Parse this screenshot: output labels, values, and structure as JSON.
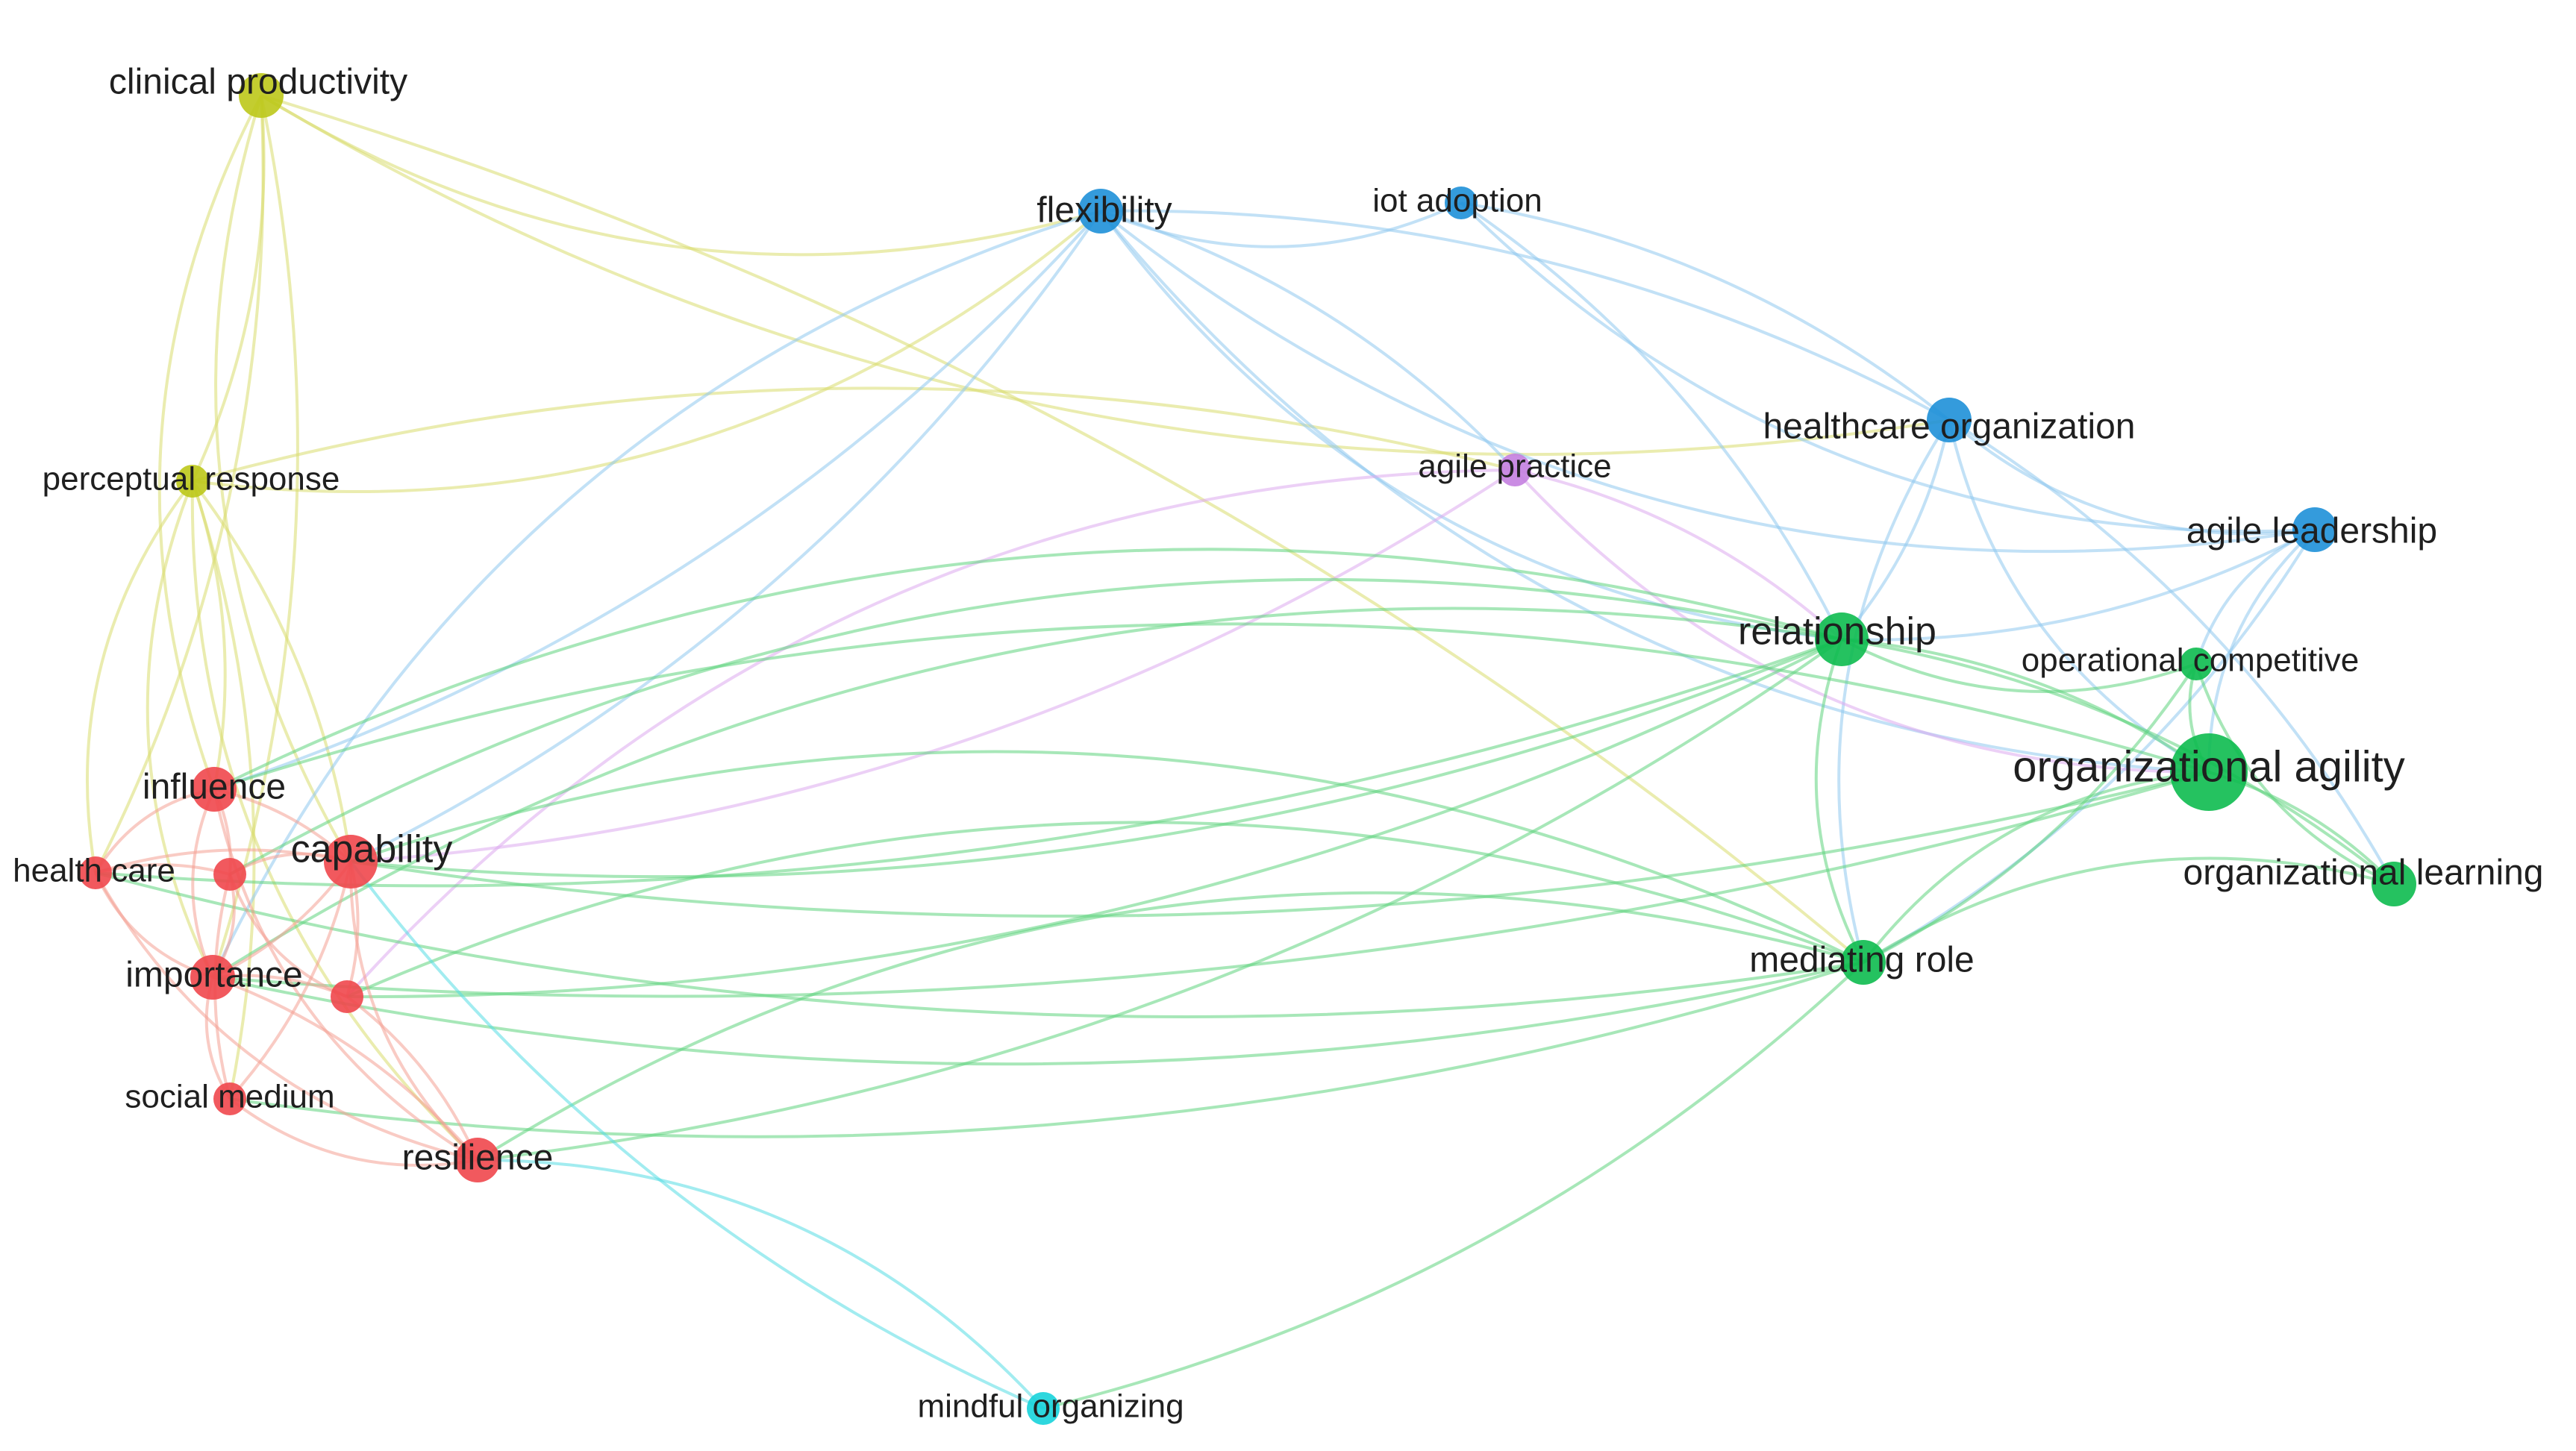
{
  "diagram": {
    "type": "keyword-co-occurrence-network",
    "clusters": [
      {
        "id": "red",
        "color": "#f0474d",
        "edge_color": "#f4a093"
      },
      {
        "id": "green",
        "color": "#0dbb4f",
        "edge_color": "#5fd37d"
      },
      {
        "id": "blue",
        "color": "#1e90d8",
        "edge_color": "#8fc8ee"
      },
      {
        "id": "yellow",
        "color": "#bcc81a",
        "edge_color": "#d8dc6e"
      },
      {
        "id": "purple",
        "color": "#c47fe0",
        "edge_color": "#dcaaee"
      },
      {
        "id": "cyan",
        "color": "#17d3da",
        "edge_color": "#55dde3"
      }
    ],
    "nodes": [
      {
        "id": "clinical_productivity",
        "label": "clinical productivity",
        "cluster": "yellow",
        "weight": 2
      },
      {
        "id": "perceptual_response",
        "label": "perceptual response",
        "cluster": "yellow",
        "weight": 1
      },
      {
        "id": "flexibility",
        "label": "flexibility",
        "cluster": "blue",
        "weight": 2
      },
      {
        "id": "iot_adoption",
        "label": "iot adoption",
        "cluster": "blue",
        "weight": 1
      },
      {
        "id": "healthcare_organization",
        "label": "healthcare organization",
        "cluster": "blue",
        "weight": 2
      },
      {
        "id": "agile_leadership",
        "label": "agile leadership",
        "cluster": "blue",
        "weight": 2
      },
      {
        "id": "agile_practice",
        "label": "agile practice",
        "cluster": "purple",
        "weight": 1
      },
      {
        "id": "relationship",
        "label": "relationship",
        "cluster": "green",
        "weight": 3
      },
      {
        "id": "operational_competitive",
        "label": "operational competitive",
        "cluster": "green",
        "weight": 1
      },
      {
        "id": "organizational_agility",
        "label": "organizational agility",
        "cluster": "green",
        "weight": 4
      },
      {
        "id": "organizational_learning",
        "label": "organizational learning",
        "cluster": "green",
        "weight": 2
      },
      {
        "id": "mediating_role",
        "label": "mediating role",
        "cluster": "green",
        "weight": 2
      },
      {
        "id": "mindful_organizing",
        "label": "mindful organizing",
        "cluster": "cyan",
        "weight": 1
      },
      {
        "id": "influence",
        "label": "influence",
        "cluster": "red",
        "weight": 2
      },
      {
        "id": "health_care",
        "label": "health care",
        "cluster": "red",
        "weight": 1
      },
      {
        "id": "capability",
        "label": "capability",
        "cluster": "red",
        "weight": 3
      },
      {
        "id": "importance",
        "label": "importance",
        "cluster": "red",
        "weight": 2
      },
      {
        "id": "social_medium",
        "label": "social medium",
        "cluster": "red",
        "weight": 1
      },
      {
        "id": "resilience",
        "label": "resilience",
        "cluster": "red",
        "weight": 2
      },
      {
        "id": "red_unlabeled_1",
        "label": "",
        "cluster": "red",
        "weight": 1
      },
      {
        "id": "red_unlabeled_2",
        "label": "",
        "cluster": "red",
        "weight": 1
      }
    ],
    "edges": [
      [
        "clinical_productivity",
        "flexibility"
      ],
      [
        "clinical_productivity",
        "perceptual_response"
      ],
      [
        "clinical_productivity",
        "influence"
      ],
      [
        "clinical_productivity",
        "health_care"
      ],
      [
        "clinical_productivity",
        "capability"
      ],
      [
        "clinical_productivity",
        "importance"
      ],
      [
        "clinical_productivity",
        "healthcare_organization"
      ],
      [
        "clinical_productivity",
        "mediating_role"
      ],
      [
        "perceptual_response",
        "flexibility"
      ],
      [
        "perceptual_response",
        "influence"
      ],
      [
        "perceptual_response",
        "health_care"
      ],
      [
        "perceptual_response",
        "capability"
      ],
      [
        "perceptual_response",
        "importance"
      ],
      [
        "perceptual_response",
        "social_medium"
      ],
      [
        "perceptual_response",
        "resilience"
      ],
      [
        "perceptual_response",
        "agile_practice"
      ],
      [
        "flexibility",
        "iot_adoption"
      ],
      [
        "flexibility",
        "healthcare_organization"
      ],
      [
        "flexibility",
        "agile_leadership"
      ],
      [
        "flexibility",
        "agile_practice"
      ],
      [
        "flexibility",
        "relationship"
      ],
      [
        "flexibility",
        "capability"
      ],
      [
        "flexibility",
        "importance"
      ],
      [
        "flexibility",
        "influence"
      ],
      [
        "flexibility",
        "organizational_agility"
      ],
      [
        "iot_adoption",
        "healthcare_organization"
      ],
      [
        "iot_adoption",
        "agile_leadership"
      ],
      [
        "iot_adoption",
        "relationship"
      ],
      [
        "healthcare_organization",
        "agile_leadership"
      ],
      [
        "healthcare_organization",
        "relationship"
      ],
      [
        "healthcare_organization",
        "organizational_agility"
      ],
      [
        "healthcare_organization",
        "organizational_learning"
      ],
      [
        "healthcare_organization",
        "mediating_role"
      ],
      [
        "agile_leadership",
        "relationship"
      ],
      [
        "agile_leadership",
        "organizational_agility"
      ],
      [
        "agile_leadership",
        "mediating_role"
      ],
      [
        "agile_leadership",
        "operational_competitive"
      ],
      [
        "agile_practice",
        "relationship"
      ],
      [
        "agile_practice",
        "organizational_agility"
      ],
      [
        "agile_practice",
        "capability"
      ],
      [
        "agile_practice",
        "red_unlabeled_2"
      ],
      [
        "relationship",
        "organizational_agility"
      ],
      [
        "relationship",
        "operational_competitive"
      ],
      [
        "relationship",
        "organizational_learning"
      ],
      [
        "relationship",
        "mediating_role"
      ],
      [
        "relationship",
        "capability"
      ],
      [
        "relationship",
        "influence"
      ],
      [
        "relationship",
        "health_care"
      ],
      [
        "relationship",
        "importance"
      ],
      [
        "relationship",
        "resilience"
      ],
      [
        "relationship",
        "red_unlabeled_1"
      ],
      [
        "relationship",
        "red_unlabeled_2"
      ],
      [
        "operational_competitive",
        "organizational_agility"
      ],
      [
        "operational_competitive",
        "mediating_role"
      ],
      [
        "operational_competitive",
        "organizational_learning"
      ],
      [
        "organizational_agility",
        "organizational_learning"
      ],
      [
        "organizational_agility",
        "mediating_role"
      ],
      [
        "organizational_agility",
        "capability"
      ],
      [
        "organizational_agility",
        "influence"
      ],
      [
        "organizational_agility",
        "importance"
      ],
      [
        "organizational_learning",
        "mediating_role"
      ],
      [
        "mediating_role",
        "mindful_organizing"
      ],
      [
        "mediating_role",
        "capability"
      ],
      [
        "mediating_role",
        "importance"
      ],
      [
        "mediating_role",
        "resilience"
      ],
      [
        "mediating_role",
        "social_medium"
      ],
      [
        "mediating_role",
        "red_unlabeled_2"
      ],
      [
        "mediating_role",
        "health_care"
      ],
      [
        "mindful_organizing",
        "resilience"
      ],
      [
        "mindful_organizing",
        "capability"
      ],
      [
        "influence",
        "health_care"
      ],
      [
        "influence",
        "capability"
      ],
      [
        "influence",
        "importance"
      ],
      [
        "influence",
        "red_unlabeled_1"
      ],
      [
        "influence",
        "resilience"
      ],
      [
        "health_care",
        "capability"
      ],
      [
        "health_care",
        "importance"
      ],
      [
        "health_care",
        "red_unlabeled_1"
      ],
      [
        "health_care",
        "resilience"
      ],
      [
        "capability",
        "importance"
      ],
      [
        "capability",
        "red_unlabeled_1"
      ],
      [
        "capability",
        "red_unlabeled_2"
      ],
      [
        "capability",
        "resilience"
      ],
      [
        "capability",
        "social_medium"
      ],
      [
        "importance",
        "social_medium"
      ],
      [
        "importance",
        "resilience"
      ],
      [
        "importance",
        "red_unlabeled_1"
      ],
      [
        "importance",
        "red_unlabeled_2"
      ],
      [
        "social_medium",
        "resilience"
      ],
      [
        "social_medium",
        "red_unlabeled_1"
      ],
      [
        "red_unlabeled_1",
        "red_unlabeled_2"
      ],
      [
        "red_unlabeled_2",
        "resilience"
      ]
    ]
  }
}
